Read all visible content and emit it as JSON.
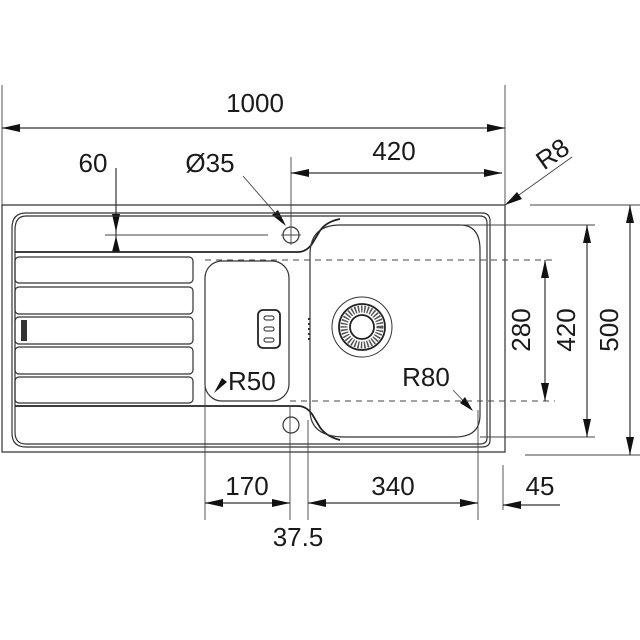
{
  "drawing": {
    "subject": "Kitchen sink with drainer — top view dimensional drawing",
    "units": "mm",
    "colors": {
      "line": "#333333",
      "text": "#1a1a1a",
      "background": "#ffffff"
    },
    "dimensions": {
      "overall_width": "1000",
      "overall_depth": "500",
      "drainer_top_offset": "60",
      "tap_hole_diameter": "Ø35",
      "main_bowl_from_tap_hole": "420",
      "corner_radius_outer": "R8",
      "main_bowl_depth": "420",
      "main_bowl_inner_depth": "280",
      "small_bowl_corner_radius": "R50",
      "main_bowl_corner_radius": "R80",
      "small_bowl_width": "170",
      "bowl_gap": "37.5",
      "main_bowl_width": "340",
      "right_edge_margin": "45"
    },
    "features": [
      "drainer-ribs",
      "overflow-slot",
      "strainer-waste",
      "tap-hole"
    ]
  }
}
